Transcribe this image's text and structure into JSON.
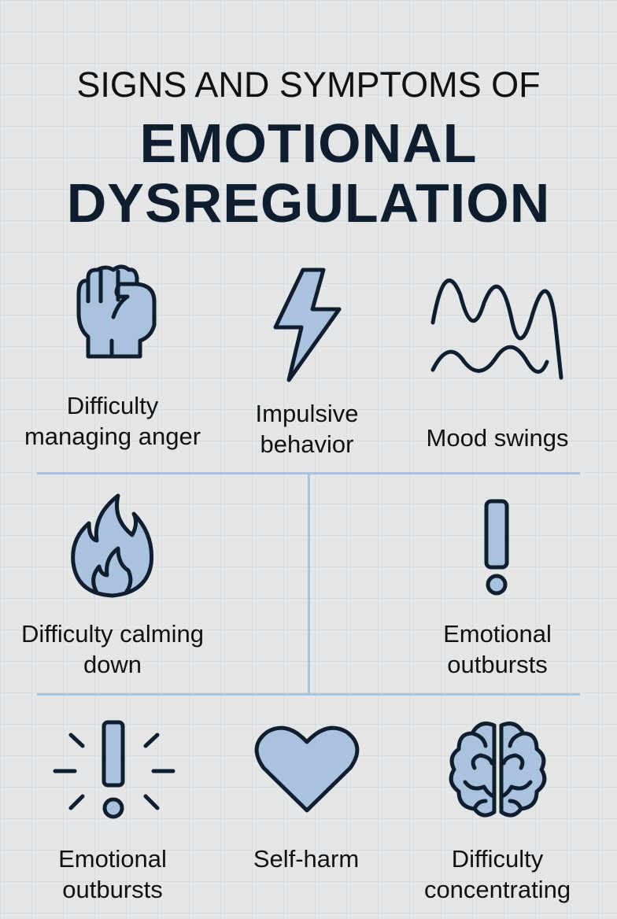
{
  "title": {
    "line1": "SIGNS AND SYMPTOMS OF",
    "line2": "EMOTIONAL",
    "line3": "DYSREGULATION"
  },
  "items": [
    {
      "icon": "fist-icon",
      "label": "Difficulty managing anger"
    },
    {
      "icon": "lightning-icon",
      "label": "Impulsive behavior"
    },
    {
      "icon": "wave-icon",
      "label": "Mood swings"
    },
    {
      "icon": "flame-icon",
      "label": "Difficulty calming down"
    },
    {
      "icon": "exclamation-icon",
      "label": "Emotional outbursts"
    },
    {
      "icon": "exclamation-burst-icon",
      "label": "Emotional outbursts"
    },
    {
      "icon": "heart-icon",
      "label": "Self-harm"
    },
    {
      "icon": "brain-icon",
      "label": "Difficulty concentrating"
    }
  ],
  "colors": {
    "icon_fill": "#a9c3df",
    "stroke": "#0f1e2e",
    "divider": "#a9c2dd",
    "background": "#e3e5e7"
  }
}
